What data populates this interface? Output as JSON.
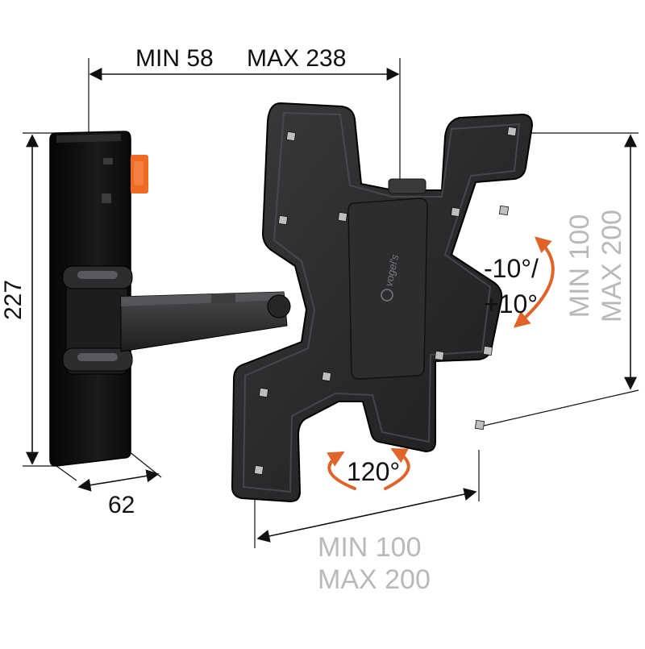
{
  "dimensions": {
    "arm_extension_min": "MIN 58",
    "arm_extension_max": "MAX 238",
    "wall_plate_height": "227",
    "wall_plate_depth": "62",
    "vesa_vertical_min": "MIN 100",
    "vesa_vertical_max": "MAX 200",
    "vesa_horizontal_min": "MIN 100",
    "vesa_horizontal_max": "MAX 200"
  },
  "angles": {
    "tilt_line1": "-10°/",
    "tilt_line2": "+10°",
    "swivel": "120°"
  },
  "brand": {
    "logo_text": "vogel's"
  },
  "colors": {
    "dimension_line": "#111111",
    "grey_text": "#b9b9b9",
    "rotation_arrow": "#e0632a",
    "product_body": "#2a2a2c",
    "orange_tab": "#ef6a22"
  }
}
